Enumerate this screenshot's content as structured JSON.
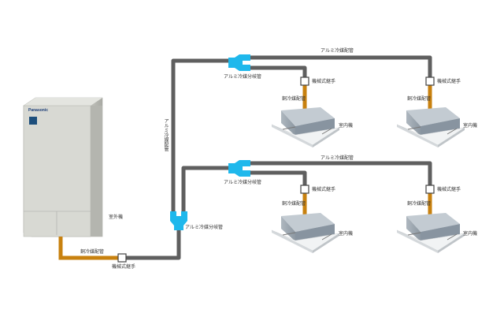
{
  "labels": {
    "alu_pipe": "アルミ冷媒配管",
    "alu_branch": "アルミ冷媒分岐管",
    "mech_joint": "機械式継手",
    "copper_pipe": "銅冷媒配管",
    "indoor_unit": "室内機",
    "outdoor_unit": "室外機"
  },
  "logo": "Panasonic",
  "colors": {
    "aluminum_pipe": "#5f5f5f",
    "branch": "#1fb8ec",
    "copper_pipe": "#c8810f",
    "joint": "#ffffff"
  }
}
